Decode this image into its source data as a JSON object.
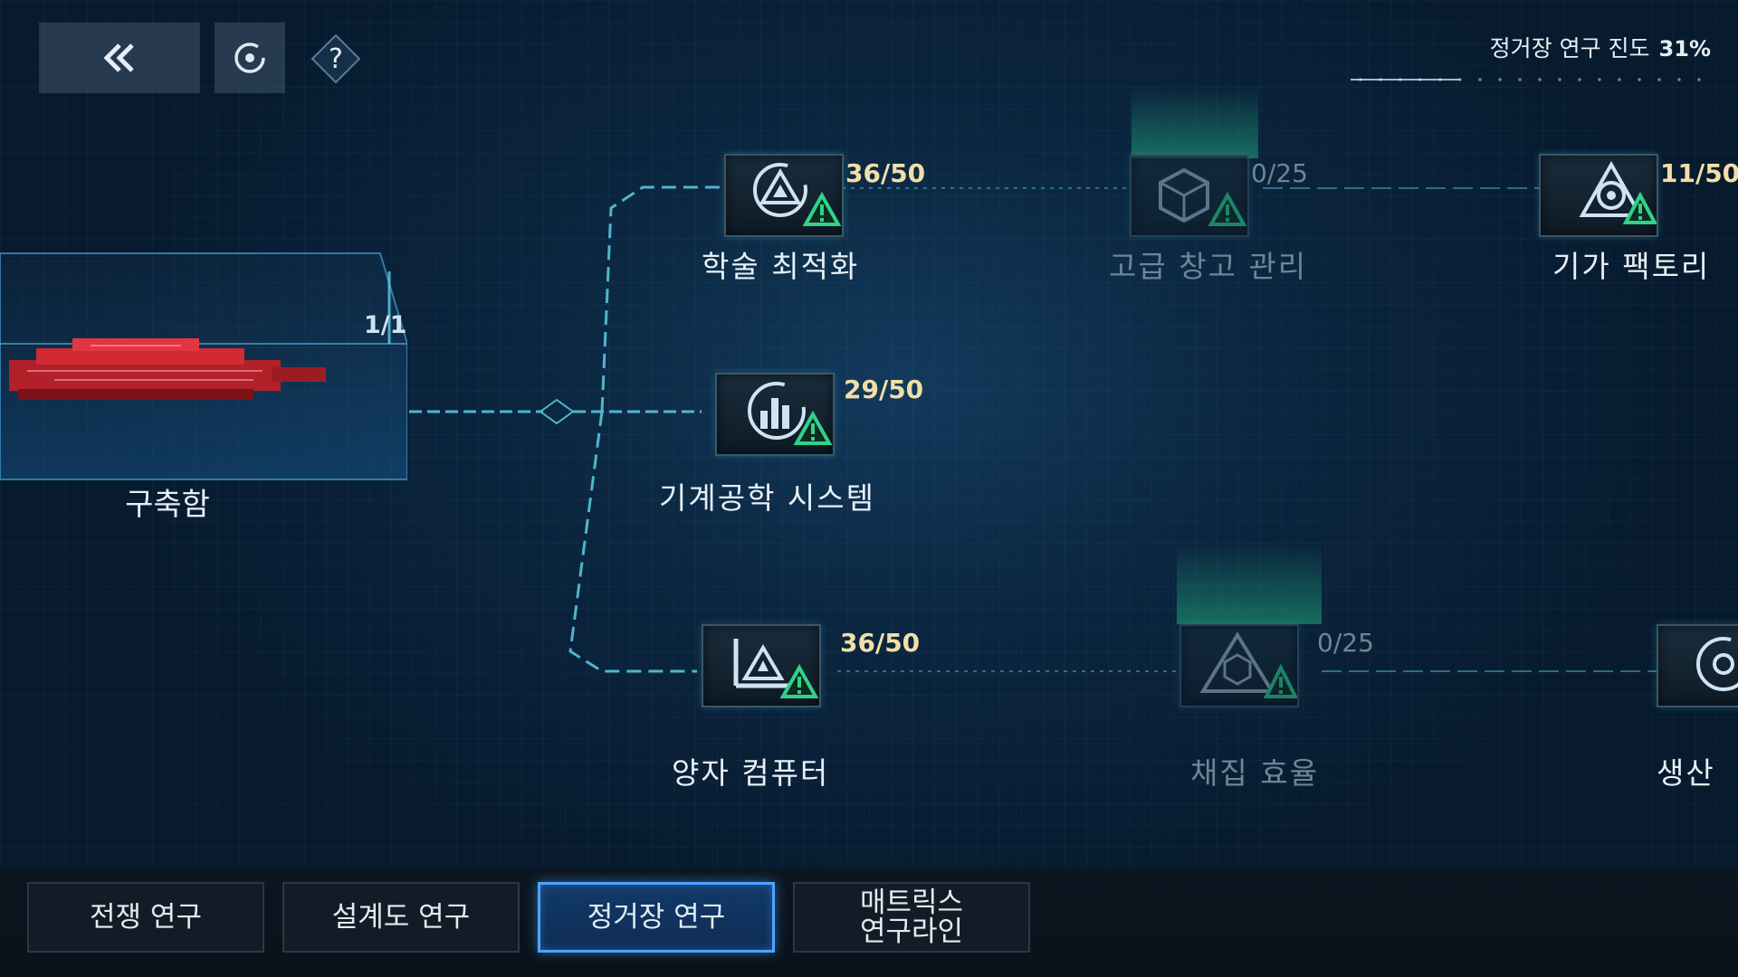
{
  "header": {
    "progress_label": "정거장 연구 진도",
    "progress_percent_text": "31%",
    "progress_fraction": 0.31
  },
  "ship": {
    "name": "구축함",
    "count": "1/1"
  },
  "nodes": [
    {
      "name": "학술 최적화",
      "count": "36/50",
      "icon": "triangle-nodes-icon",
      "state": "active"
    },
    {
      "name": "고급 창고 관리",
      "count": "0/25",
      "icon": "crate-upgrade-icon",
      "state": "locked"
    },
    {
      "name": "기가 팩토리",
      "count": "11/50",
      "icon": "factory-gear-icon",
      "state": "active"
    },
    {
      "name": "기계공학 시스템",
      "count": "29/50",
      "icon": "chart-bars-icon",
      "state": "active"
    },
    {
      "name": "양자 컴퓨터",
      "count": "36/50",
      "icon": "quantum-chart-icon",
      "state": "active"
    },
    {
      "name": "채집 효율",
      "count": "0/25",
      "icon": "harvest-crate-icon",
      "state": "locked"
    },
    {
      "name": "생산",
      "count": "",
      "icon": "production-icon",
      "state": "active"
    }
  ],
  "tabs": [
    {
      "label": "전쟁 연구",
      "active": false
    },
    {
      "label": "설계도 연구",
      "active": false
    },
    {
      "label": "정거장 연구",
      "active": true
    },
    {
      "label": "매트릭스\n연구라인",
      "active": false
    }
  ],
  "colors": {
    "accent_blue": "#4ea3ff",
    "count_gold": "#f1dfa8",
    "warning_green": "#2fd38a",
    "line_cyan": "#5ccfe6"
  }
}
